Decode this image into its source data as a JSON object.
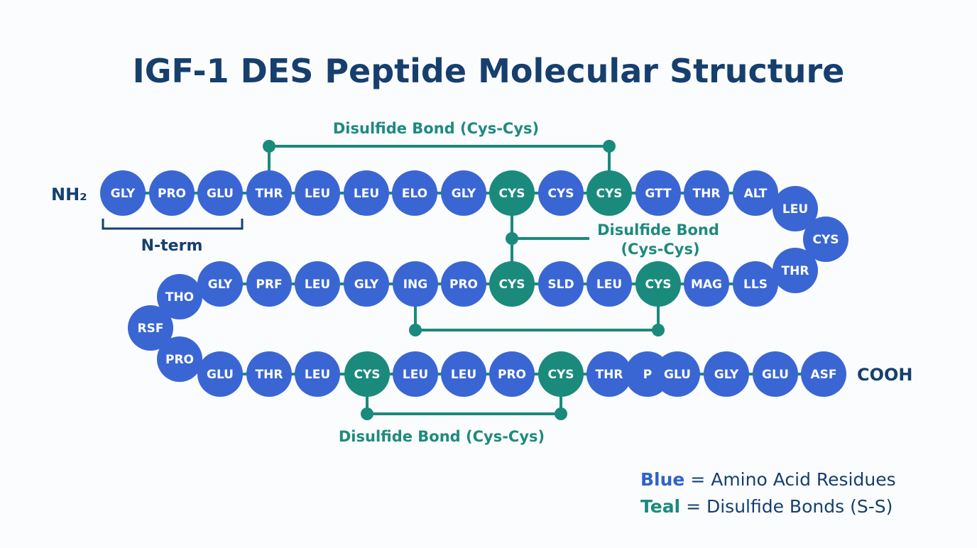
{
  "title": "IGF-1 DES Peptide Molecular Structure",
  "colors": {
    "residue": "#3a66d4",
    "disulfide": "#1a8a7c",
    "line": "#1a8a7c",
    "text": "#163f6e"
  },
  "termini": {
    "n_term": "NH₂",
    "c_term": "COOH"
  },
  "n_term_bracket_label": "N-term",
  "bond_labels": {
    "top": "Disulfide Bond (Cys-Cys)",
    "middle_line1": "Disulfide Bond",
    "middle_line2": "(Cys-Cys)",
    "bottom": "Disulfide Bond (Cys-Cys)"
  },
  "rows": {
    "row1": [
      {
        "label": "GLY",
        "type": "residue"
      },
      {
        "label": "PRO",
        "type": "residue"
      },
      {
        "label": "GLU",
        "type": "residue"
      },
      {
        "label": "THR",
        "type": "residue"
      },
      {
        "label": "LEU",
        "type": "residue"
      },
      {
        "label": "LEU",
        "type": "residue"
      },
      {
        "label": "ELO",
        "type": "residue"
      },
      {
        "label": "GLY",
        "type": "residue"
      },
      {
        "label": "CYS",
        "type": "disulfide"
      },
      {
        "label": "CYS",
        "type": "residue"
      },
      {
        "label": "CYS",
        "type": "disulfide"
      },
      {
        "label": "GTT",
        "type": "residue"
      },
      {
        "label": "THR",
        "type": "residue"
      },
      {
        "label": "ALT",
        "type": "residue"
      }
    ],
    "right_turn": [
      {
        "label": "LEU",
        "type": "residue"
      },
      {
        "label": "CYS",
        "type": "residue"
      },
      {
        "label": "THR",
        "type": "residue"
      }
    ],
    "row2": [
      {
        "label": "GLY",
        "type": "residue"
      },
      {
        "label": "PRF",
        "type": "residue"
      },
      {
        "label": "LEU",
        "type": "residue"
      },
      {
        "label": "GLY",
        "type": "residue"
      },
      {
        "label": "ING",
        "type": "residue"
      },
      {
        "label": "PRO",
        "type": "residue"
      },
      {
        "label": "CYS",
        "type": "disulfide"
      },
      {
        "label": "SLD",
        "type": "residue"
      },
      {
        "label": "LEU",
        "type": "residue"
      },
      {
        "label": "CYS",
        "type": "disulfide"
      },
      {
        "label": "MAG",
        "type": "residue"
      },
      {
        "label": "LLS",
        "type": "residue"
      }
    ],
    "left_turn": [
      {
        "label": "THO",
        "type": "residue"
      },
      {
        "label": "RSF",
        "type": "residue"
      },
      {
        "label": "PRO",
        "type": "residue"
      }
    ],
    "row3": [
      {
        "label": "GLU",
        "type": "residue"
      },
      {
        "label": "THR",
        "type": "residue"
      },
      {
        "label": "LEU",
        "type": "residue"
      },
      {
        "label": "CYS",
        "type": "disulfide"
      },
      {
        "label": "LEU",
        "type": "residue"
      },
      {
        "label": "LEU",
        "type": "residue"
      },
      {
        "label": "PRO",
        "type": "residue"
      },
      {
        "label": "CYS",
        "type": "disulfide"
      },
      {
        "label": "THR",
        "type": "residue"
      },
      {
        "label": "P",
        "type": "residue"
      },
      {
        "label": "GLU",
        "type": "residue"
      },
      {
        "label": "GLY",
        "type": "residue"
      },
      {
        "label": "GLU",
        "type": "residue"
      },
      {
        "label": "ASF",
        "type": "residue"
      }
    ]
  },
  "legend": [
    {
      "keyword": "Blue",
      "text": " = Amino Acid Residues",
      "type": "residue"
    },
    {
      "keyword": "Teal",
      "text": " = Disulfide Bonds (S-S)",
      "type": "disulfide"
    }
  ]
}
